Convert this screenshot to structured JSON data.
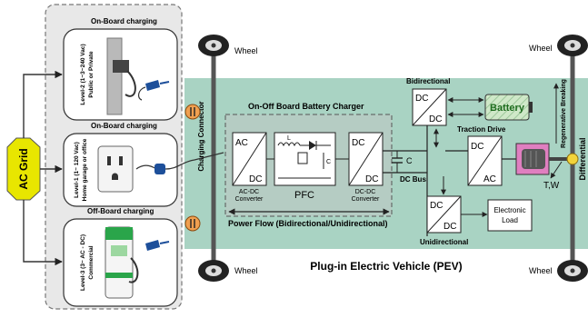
{
  "ac_grid": "AC Grid",
  "onboard_top": "On-Board charging",
  "onboard_mid": "On-Board charging",
  "offboard": "Off-Board charging",
  "level2": {
    "line1": "Level-2 (1~3~240 Vac)",
    "line2": "Public or Private"
  },
  "level1": {
    "line1": "Level-1 (1~ 120 Vac)",
    "line2": "Home garage or office"
  },
  "level3": {
    "line1": "Level-3 (3~ AC - DC)",
    "line2": "Commercial"
  },
  "wheel_tl": "Wheel",
  "wheel_tr": "Wheel",
  "wheel_bl": "Wheel",
  "wheel_br": "Wheel",
  "charging_connector": "Charging Connector",
  "charger_title": "On-Off Board Battery Charger",
  "acdc": {
    "ac": "AC",
    "dc": "DC",
    "label1": "AC-DC",
    "label2": "Converter"
  },
  "pfc": {
    "label": "PFC",
    "l": "L",
    "c": "C"
  },
  "dcdc": {
    "top": "DC",
    "bottom": "DC",
    "label1": "DC-DC",
    "label2": "Converter"
  },
  "dc_bus": {
    "c": "C",
    "label": "DC Bus"
  },
  "bidirectional": {
    "label": "Bidirectional",
    "top": "DC",
    "bottom": "DC"
  },
  "battery": "Battery",
  "traction": {
    "label": "Traction Drive",
    "top": "DC",
    "bottom": "AC"
  },
  "unidirectional": {
    "label": "Unidirectional",
    "top": "DC",
    "bottom": "DC"
  },
  "electronic_load": {
    "line1": "Electronic",
    "line2": "Load"
  },
  "regen": "Regenerative Breaking",
  "differential": "Differential",
  "tw": "T,W",
  "power_flow": "Power Flow (Bidirectional/Unidirectional)",
  "pev_title": "Plug-in Electric Vehicle (PEV)",
  "colors": {
    "grid_yellow": "#e8e600",
    "pev_green": "#a9d3c3",
    "panel_gray": "#e8e8e8",
    "battery_green": "#9be05a",
    "motor_pink": "#e07fc0",
    "connector_orange": "#f0a050"
  }
}
